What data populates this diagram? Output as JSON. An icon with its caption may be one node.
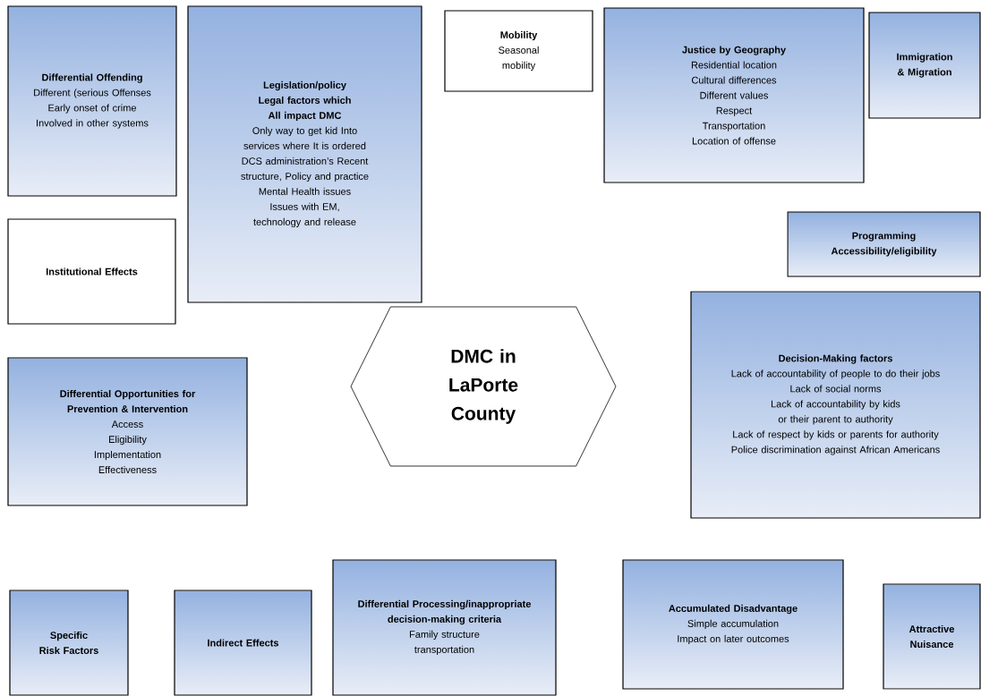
{
  "diagram": {
    "nodes": [
      {
        "text": [
          "Differential Offending",
          "Different (serious Offenses",
          "Early onset of crime",
          "Involved in other systems"
        ]
      },
      {
        "text": [
          "Legislation/policy",
          "Legal factors which All impact DMC",
          "Only way to get kid Into services where It is ordered",
          "DCS administration’s Recent structure, Policy and practice",
          "Mental Health issues",
          "Issues with EM, technology and release"
        ]
      },
      {
        "text": [
          "Mobility",
          "Seasonal mobility"
        ]
      },
      {
        "text": [
          "Justice by Geography",
          "Residential location",
          "Cultural differences",
          "Different values",
          "Respect",
          "Transportation",
          "Location of offense"
        ]
      },
      {
        "text": [
          "Immigration & Migration"
        ]
      },
      {
        "text": [
          "Institutional Effects"
        ]
      },
      {
        "text": [
          "Programming",
          "Accessibility/eligibility"
        ]
      },
      {
        "text": [
          "DMC in LaPorte County"
        ]
      },
      {
        "text": [
          "Differential Opportunities for Prevention & Intervention",
          "Access",
          "Eligibility",
          "Implementation",
          "Effectiveness"
        ]
      },
      {
        "text": [
          "Decision-Making factors",
          "Lack of accountability of people to do their jobs",
          "Lack of social norms",
          "Lack of accountability by kids or their parent to authority",
          "Lack of respect by kids or parents for authority",
          "Police discrimination against African Americans"
        ]
      },
      {
        "text": [
          "Specific Risk Factors"
        ]
      },
      {
        "text": [
          "Indirect Effects"
        ]
      },
      {
        "text": [
          "Differential Processing/inappropriate decision-making criteria",
          "Family structure",
          "transportation"
        ]
      },
      {
        "text": [
          "Accumulated Disadvantage",
          "Simple accumulation",
          "Impact on later outcomes"
        ]
      },
      {
        "text": [
          "Attractive Nuisance"
        ]
      }
    ]
  }
}
